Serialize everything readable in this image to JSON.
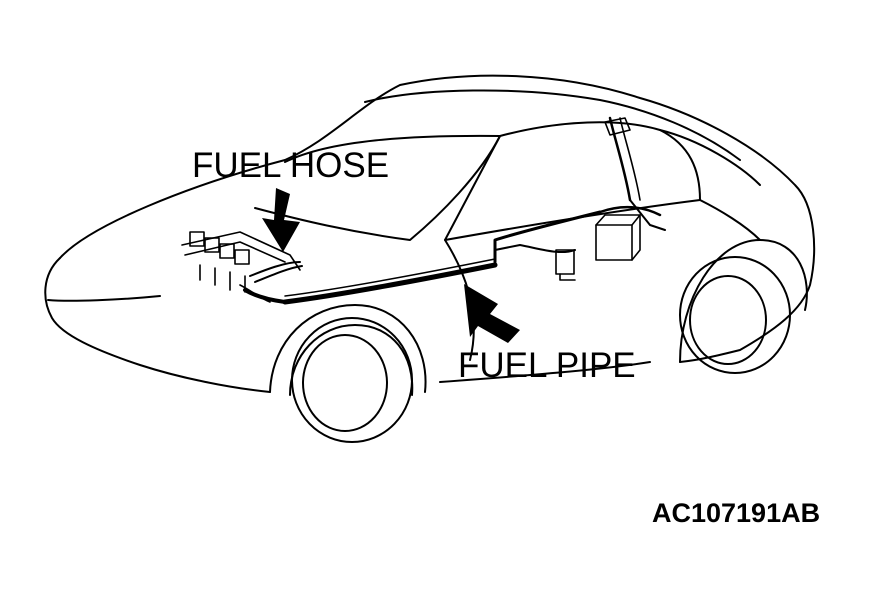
{
  "labels": {
    "fuel_hose": "FUEL HOSE",
    "fuel_pipe": "FUEL PIPE"
  },
  "figure_id": "AC107191AB",
  "colors": {
    "line": "#000000",
    "background": "#ffffff"
  }
}
